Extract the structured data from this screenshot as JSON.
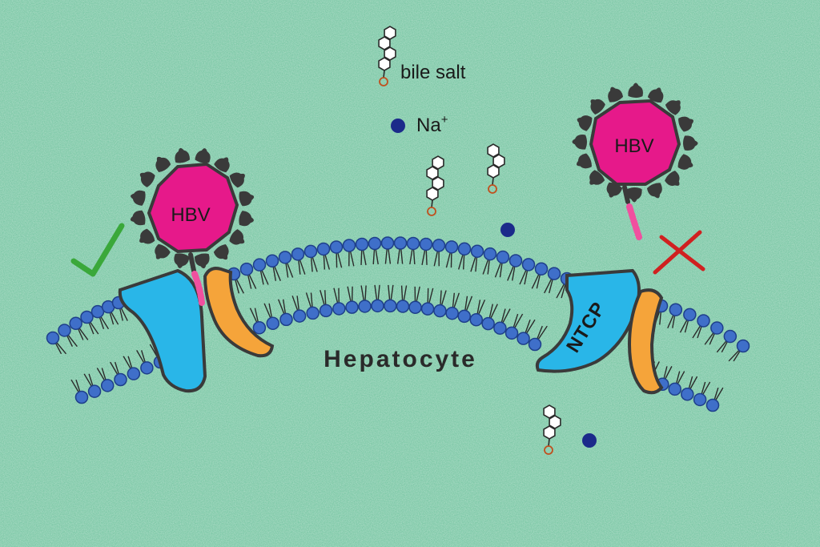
{
  "legend": {
    "bile_salt_label": "bile salt",
    "sodium_label": "Na",
    "sodium_charge": "+"
  },
  "virus_left": {
    "label": "HBV",
    "status": "binds",
    "status_mark": "✓"
  },
  "virus_right": {
    "label": "HBV",
    "status": "blocked",
    "status_mark": "✗"
  },
  "receptor": {
    "label": "NTCP"
  },
  "cell": {
    "label": "Hepatocyte"
  },
  "colors": {
    "background": "#7fc9a8",
    "virus": "#e6198a",
    "spike": "#3a3a3a",
    "receptor": "#29b6e8",
    "partner_protein": "#f5a43a",
    "lipid_head": "#3f6fc9",
    "sodium": "#1b2a8a",
    "check": "#3aa83a",
    "cross": "#d02020"
  }
}
